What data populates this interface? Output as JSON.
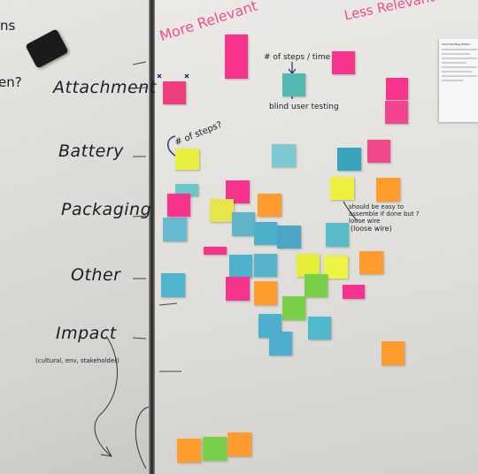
{
  "board": {
    "row_labels": [
      "Attachment",
      "Battery",
      "Packaging",
      "Other",
      "Impact"
    ],
    "impact_sublabel": "(cultural, env, stakeholder)",
    "top_left_fragment": "ns",
    "left_question": "en?",
    "more_relevant": "More Relevant",
    "less_relevant": "Less Relevant",
    "steps_question": "# of steps?",
    "steps_time": "# of steps / time",
    "blind_testing": "blind user testing",
    "should_note": "should be easy to assemble if done but ? loose wire",
    "loose_wire": "(loose wire)"
  },
  "notes": [
    {
      "color": "#f8338d"
    },
    {
      "color": "#f8338d"
    },
    {
      "color": "#ee3e7e"
    },
    {
      "color": "#f8338d"
    },
    {
      "color": "#f3448e"
    },
    {
      "color": "#54b8b3"
    },
    {
      "color": "#7ec9d4"
    },
    {
      "color": "#e9f03f"
    },
    {
      "color": "#69c7c7"
    },
    {
      "color": "#3ba4bd"
    },
    {
      "color": "#f14a8b"
    },
    {
      "color": "#f8338d"
    },
    {
      "color": "#f0f041"
    },
    {
      "color": "#ff9c2d"
    },
    {
      "color": "#ff9c2d"
    },
    {
      "color": "#66bbd1"
    },
    {
      "color": "#f8338d"
    },
    {
      "color": "#e6e54a"
    },
    {
      "color": "#60b4c8"
    },
    {
      "color": "#4eb1cb"
    },
    {
      "color": "#4ba5c6"
    },
    {
      "color": "#57bbc8"
    },
    {
      "color": "#f8338d"
    },
    {
      "color": "#4fb2cc"
    },
    {
      "color": "#56b3cc"
    },
    {
      "color": "#ff9c2d"
    },
    {
      "color": "#4fb4cd"
    },
    {
      "color": "#57b6c3"
    },
    {
      "color": "#e7ed3b"
    },
    {
      "color": "#eef442"
    },
    {
      "color": "#ff9c2d"
    },
    {
      "color": "#f8338d"
    },
    {
      "color": "#ff9c2d"
    },
    {
      "color": "#7bd04a"
    },
    {
      "color": "#ec3b88"
    },
    {
      "color": "#7bd04a"
    },
    {
      "color": "#4bb1ce"
    },
    {
      "color": "#52b8cc"
    },
    {
      "color": "#50aecf"
    },
    {
      "color": "#ff9c2d"
    },
    {
      "color": "#ff9c2d"
    },
    {
      "color": "#7bd04a"
    },
    {
      "color": "#ff9c2d"
    },
    {
      "color": "#ffc233"
    }
  ],
  "paper": {
    "title": "Card Sorting Notes"
  }
}
